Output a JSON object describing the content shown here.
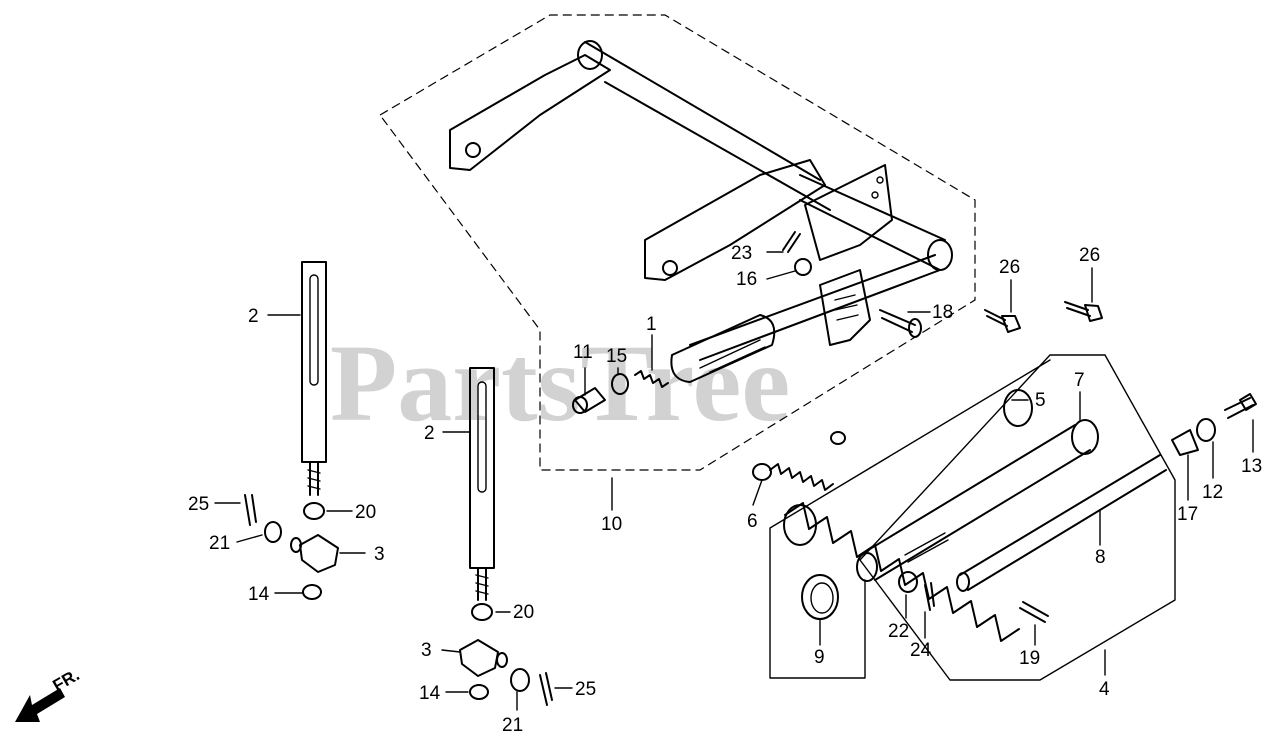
{
  "watermark": "PartsTree",
  "front_marker": "FR.",
  "callouts": [
    {
      "id": "c1",
      "text": "1"
    },
    {
      "id": "c2a",
      "text": "2"
    },
    {
      "id": "c2b",
      "text": "2"
    },
    {
      "id": "c3a",
      "text": "3"
    },
    {
      "id": "c3b",
      "text": "3"
    },
    {
      "id": "c4",
      "text": "4"
    },
    {
      "id": "c5",
      "text": "5"
    },
    {
      "id": "c6",
      "text": "6"
    },
    {
      "id": "c7",
      "text": "7"
    },
    {
      "id": "c8",
      "text": "8"
    },
    {
      "id": "c9",
      "text": "9"
    },
    {
      "id": "c10",
      "text": "10"
    },
    {
      "id": "c11",
      "text": "11"
    },
    {
      "id": "c12",
      "text": "12"
    },
    {
      "id": "c13",
      "text": "13"
    },
    {
      "id": "c14a",
      "text": "14"
    },
    {
      "id": "c14b",
      "text": "14"
    },
    {
      "id": "c15",
      "text": "15"
    },
    {
      "id": "c16",
      "text": "16"
    },
    {
      "id": "c17",
      "text": "17"
    },
    {
      "id": "c18",
      "text": "18"
    },
    {
      "id": "c19",
      "text": "19"
    },
    {
      "id": "c20a",
      "text": "20"
    },
    {
      "id": "c20b",
      "text": "20"
    },
    {
      "id": "c21a",
      "text": "21"
    },
    {
      "id": "c21b",
      "text": "21"
    },
    {
      "id": "c22",
      "text": "22"
    },
    {
      "id": "c23",
      "text": "23"
    },
    {
      "id": "c24",
      "text": "24"
    },
    {
      "id": "c25a",
      "text": "25"
    },
    {
      "id": "c25b",
      "text": "25"
    },
    {
      "id": "c26a",
      "text": "26"
    },
    {
      "id": "c26b",
      "text": "26"
    }
  ]
}
